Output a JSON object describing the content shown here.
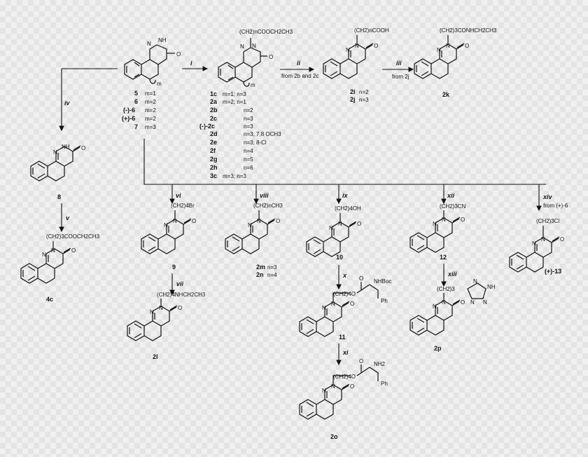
{
  "start": {
    "rows": [
      {
        "code": "5",
        "m": "m=1"
      },
      {
        "code": "6",
        "m": "m=2"
      },
      {
        "code": "(-)-6",
        "m": "m=2"
      },
      {
        "code": "(+)-6",
        "m": "m=2"
      },
      {
        "code": "7",
        "m": "m=3"
      }
    ],
    "ring_label": "m",
    "atoms": [
      "N",
      "NH",
      "O"
    ]
  },
  "step_i": {
    "reagent": "i",
    "substituent": "(CH2)nCOOCH2CH3",
    "ring_label": "m",
    "rows": [
      {
        "code": "1c",
        "cond": "m=1; n=3"
      },
      {
        "code": "2a",
        "cond": "m=2; n=1"
      },
      {
        "code": "2b",
        "cond": "n=2"
      },
      {
        "code": "2c",
        "cond": "n=3"
      },
      {
        "code": "(-)-2c",
        "cond": "n=3"
      },
      {
        "code": "2d",
        "cond": "n=3; 7,8 OCH3"
      },
      {
        "code": "2e",
        "cond": "n=3; 8-Cl"
      },
      {
        "code": "2f",
        "cond": "n=4"
      },
      {
        "code": "2g",
        "cond": "n=5"
      },
      {
        "code": "2h",
        "cond": "n=6"
      },
      {
        "code": "3c",
        "cond": "m=3; n=3"
      }
    ]
  },
  "step_ii": {
    "reagent": "ii",
    "note": "from 2b and 2c",
    "substituent": "(CH2)nCOOH",
    "rows": [
      {
        "code": "2i",
        "cond": "n=2"
      },
      {
        "code": "2j",
        "cond": "n=3"
      }
    ]
  },
  "step_iii": {
    "reagent": "iii",
    "note": "from 2j",
    "substituent": "(CH2)3CONHCH2CH3",
    "code": "2k"
  },
  "step_iv": {
    "reagent": "iv",
    "code": "8",
    "atoms": [
      "N",
      "NH",
      "O"
    ]
  },
  "step_v": {
    "reagent": "v",
    "substituent": "(CH2)3COOCH2CH3",
    "code": "4c"
  },
  "step_vi": {
    "reagent": "vi",
    "substituent": "(CH2)4Br",
    "code": "9"
  },
  "step_vii": {
    "reagent": "vii",
    "substituent": "(CH2)4NHCH2CH3",
    "code": "2l"
  },
  "step_viii": {
    "reagent": "viii",
    "substituent": "(CH2)nCH3",
    "rows": [
      {
        "code": "2m",
        "cond": "n=3"
      },
      {
        "code": "2n",
        "cond": "n=4"
      }
    ]
  },
  "step_ix": {
    "reagent": "ix",
    "substituent": "(CH2)4OH",
    "code": "10"
  },
  "step_x": {
    "reagent": "x",
    "substituent": "(CH2)4O",
    "carbonyl": "O",
    "nhboc": "NHBoc",
    "ph": "Ph",
    "code": "11"
  },
  "step_xi": {
    "reagent": "xi",
    "substituent": "(CH2)4O",
    "carbonyl": "O",
    "nh2": "NH2",
    "ph": "Ph",
    "code": "2o"
  },
  "step_xii": {
    "reagent": "xii",
    "substituent": "(CH2)3CN",
    "code": "12"
  },
  "step_xiii": {
    "reagent": "xiii",
    "substituent": "(CH2)3",
    "tetrazole": [
      "N",
      "NH",
      "N",
      "N"
    ],
    "code": "2p"
  },
  "step_xiv": {
    "reagent": "xiv",
    "note": "from (+)-6",
    "substituent": "(CH2)3Cl",
    "code": "(+)-13"
  },
  "common_atoms": {
    "n": "N",
    "o": "O"
  }
}
